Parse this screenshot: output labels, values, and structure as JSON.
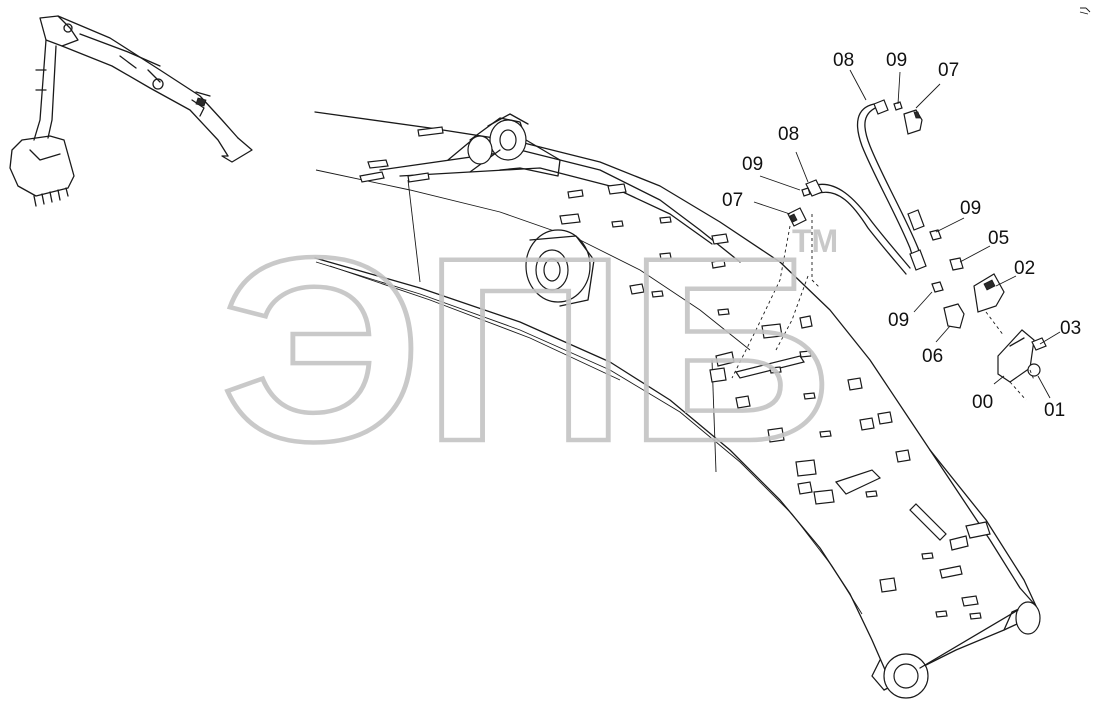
{
  "watermark": {
    "text": "ЭПБ",
    "mark": "TM"
  },
  "callouts": {
    "top_group": [
      "08",
      "09",
      "07"
    ],
    "middle_group": [
      "08",
      "09",
      "07"
    ],
    "right_group": [
      "09",
      "05",
      "02",
      "09",
      "06",
      "03",
      "00",
      "01"
    ]
  },
  "colors": {
    "line": "#1a1a1a",
    "watermark": "#c4c4c4",
    "background": "#ffffff"
  }
}
